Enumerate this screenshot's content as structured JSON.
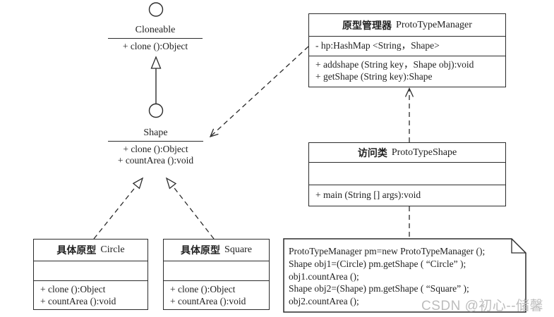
{
  "interfaces": {
    "cloneable": {
      "name": "Cloneable",
      "methods": [
        "+ clone ():Object"
      ]
    },
    "shape": {
      "name": "Shape",
      "methods": [
        "+ clone ():Object",
        "+ countArea ():void"
      ]
    }
  },
  "classes": {
    "manager": {
      "title_zh": "原型管理器",
      "title_en": "ProtoTypeManager",
      "attributes": [
        "- hp:HashMap <String，Shape>"
      ],
      "methods": [
        "+ addshape (String key，Shape obj):void",
        "+ getShape (String key):Shape"
      ]
    },
    "client": {
      "title_zh": "访问类",
      "title_en": "ProtoTypeShape",
      "attributes": [],
      "methods": [
        "+ main (String [] args):void"
      ]
    },
    "circle": {
      "title_zh": "具体原型",
      "title_en": "Circle",
      "attributes": [],
      "methods": [
        "+ clone ():Object",
        "+ countArea ():void"
      ]
    },
    "square": {
      "title_zh": "具体原型",
      "title_en": "Square",
      "attributes": [],
      "methods": [
        "+ clone ():Object",
        "+ countArea ():void"
      ]
    }
  },
  "note": {
    "lines": [
      "ProtoTypeManager pm=new ProtoTypeManager ();",
      "Shape obj1=(Circle) pm.getShape ( “Circle” );",
      "obj1.countArea ();",
      "Shape obj2=(Shape) pm.getShape ( “Square” );",
      "obj2.countArea ();"
    ]
  },
  "watermark": "CSDN @初心--储馨",
  "colors": {
    "line": "#2b2b2b",
    "watermark": "#bdbdbd",
    "background": "#ffffff"
  }
}
